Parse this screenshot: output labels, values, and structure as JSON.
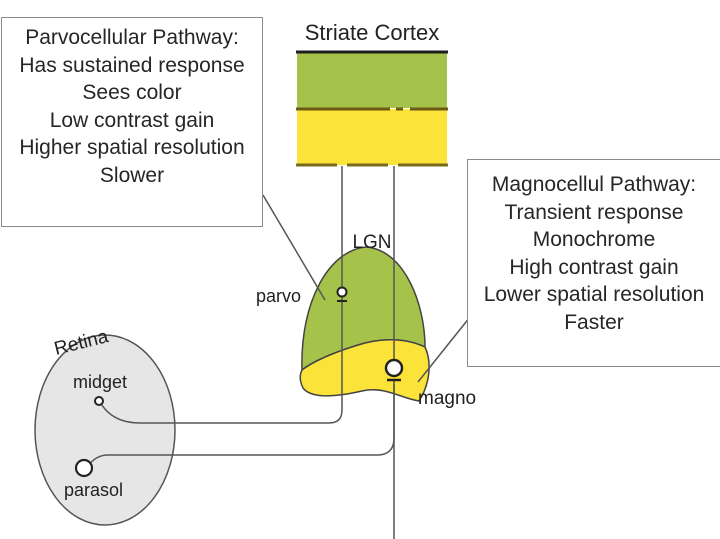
{
  "cortex": {
    "title": "Striate Cortex"
  },
  "lgn": {
    "label": "LGN",
    "parvo_label": "parvo",
    "magno_label": "magno"
  },
  "retina": {
    "label": "Retina",
    "midget_label": "midget",
    "parasol_label": "parasol"
  },
  "parvo_box": {
    "title": "Parvocellular Pathway:",
    "lines": [
      "Has sustained response",
      "Sees color",
      "Low contrast gain",
      "Higher spatial resolution",
      "Slower"
    ]
  },
  "magno_box": {
    "title": "Magnocellul Pathway:",
    "lines": [
      "Transient response",
      "Monochrome",
      "High contrast gain",
      "Lower spatial resolution",
      "Faster"
    ]
  },
  "colors": {
    "green": "#a5c34a",
    "yellow": "#fbe33a",
    "retina_fill": "#e6e6e6",
    "line": "#555555",
    "layer_border": "#6b5a10"
  }
}
